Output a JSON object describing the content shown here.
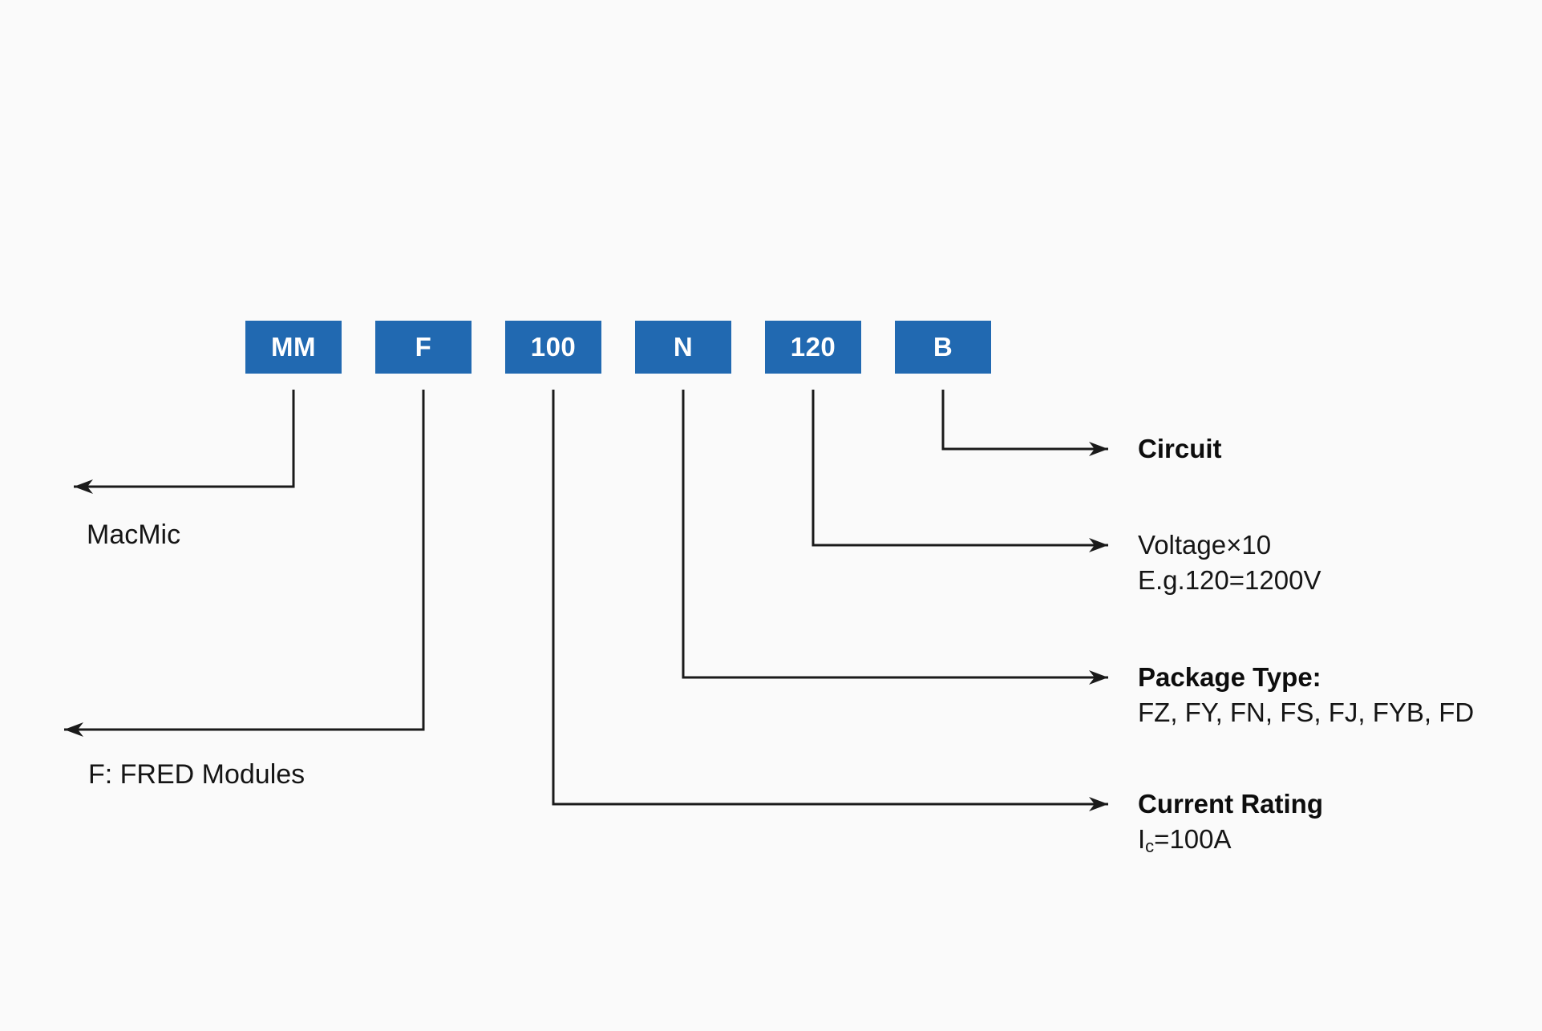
{
  "diagram": {
    "part_number": {
      "segments": [
        {
          "code": "MM"
        },
        {
          "code": "F"
        },
        {
          "code": "100"
        },
        {
          "code": "N"
        },
        {
          "code": "120"
        },
        {
          "code": "B"
        }
      ]
    },
    "callouts": {
      "circuit": {
        "title": "Circuit"
      },
      "voltage": {
        "title": "Voltage×10",
        "detail": "E.g.120=1200V"
      },
      "package": {
        "title": "Package Type:",
        "detail": "FZ, FY, FN, FS, FJ, FYB, FD"
      },
      "current": {
        "title": "Current Rating",
        "detail_symbol": "I",
        "detail_subscript": "c",
        "detail_value": "=100A"
      },
      "manufacturer": {
        "label": "MacMic"
      },
      "family": {
        "label": "F: FRED Modules"
      }
    },
    "colors": {
      "segment_fill": "#2169b1",
      "segment_text": "#ffffff",
      "line": "#1a1a1a",
      "background": "#fafafa"
    }
  }
}
